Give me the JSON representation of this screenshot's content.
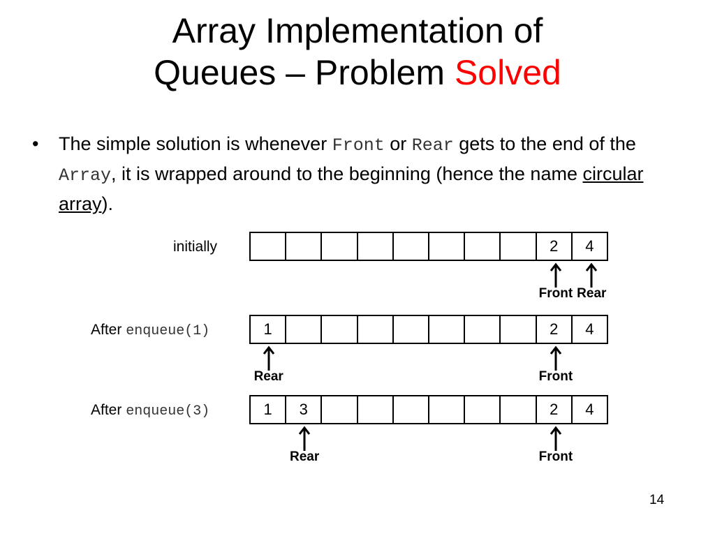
{
  "slide": {
    "title_line1": "Array Implementation of",
    "title_line2_prefix": "Queues – Problem ",
    "title_line2_accent": "Solved",
    "bullet": {
      "t1": "The simple solution is whenever ",
      "front": "Front",
      "t2": " or ",
      "rear": "Rear",
      "t3": " gets to the end of the ",
      "array": "Array",
      "t4": ", it is wrapped around to the beginning (hence the name ",
      "term": "circular array",
      "t5": ")."
    },
    "page_number": "14"
  },
  "diagram": {
    "rows": [
      {
        "label_text": "initially",
        "label_code": "",
        "cells": [
          "",
          "",
          "",
          "",
          "",
          "",
          "",
          "",
          "2",
          "4"
        ],
        "pointers": [
          {
            "name": "Front",
            "index": 8
          },
          {
            "name": "Rear",
            "index": 9
          }
        ]
      },
      {
        "label_text": "After ",
        "label_code": "enqueue(1)",
        "cells": [
          "1",
          "",
          "",
          "",
          "",
          "",
          "",
          "",
          "2",
          "4"
        ],
        "pointers": [
          {
            "name": "Rear",
            "index": 0
          },
          {
            "name": "Front",
            "index": 8
          }
        ]
      },
      {
        "label_text": "After ",
        "label_code": "enqueue(3)",
        "cells": [
          "1",
          "3",
          "",
          "",
          "",
          "",
          "",
          "",
          "2",
          "4"
        ],
        "pointers": [
          {
            "name": "Rear",
            "index": 1
          },
          {
            "name": "Front",
            "index": 8
          }
        ]
      }
    ]
  }
}
